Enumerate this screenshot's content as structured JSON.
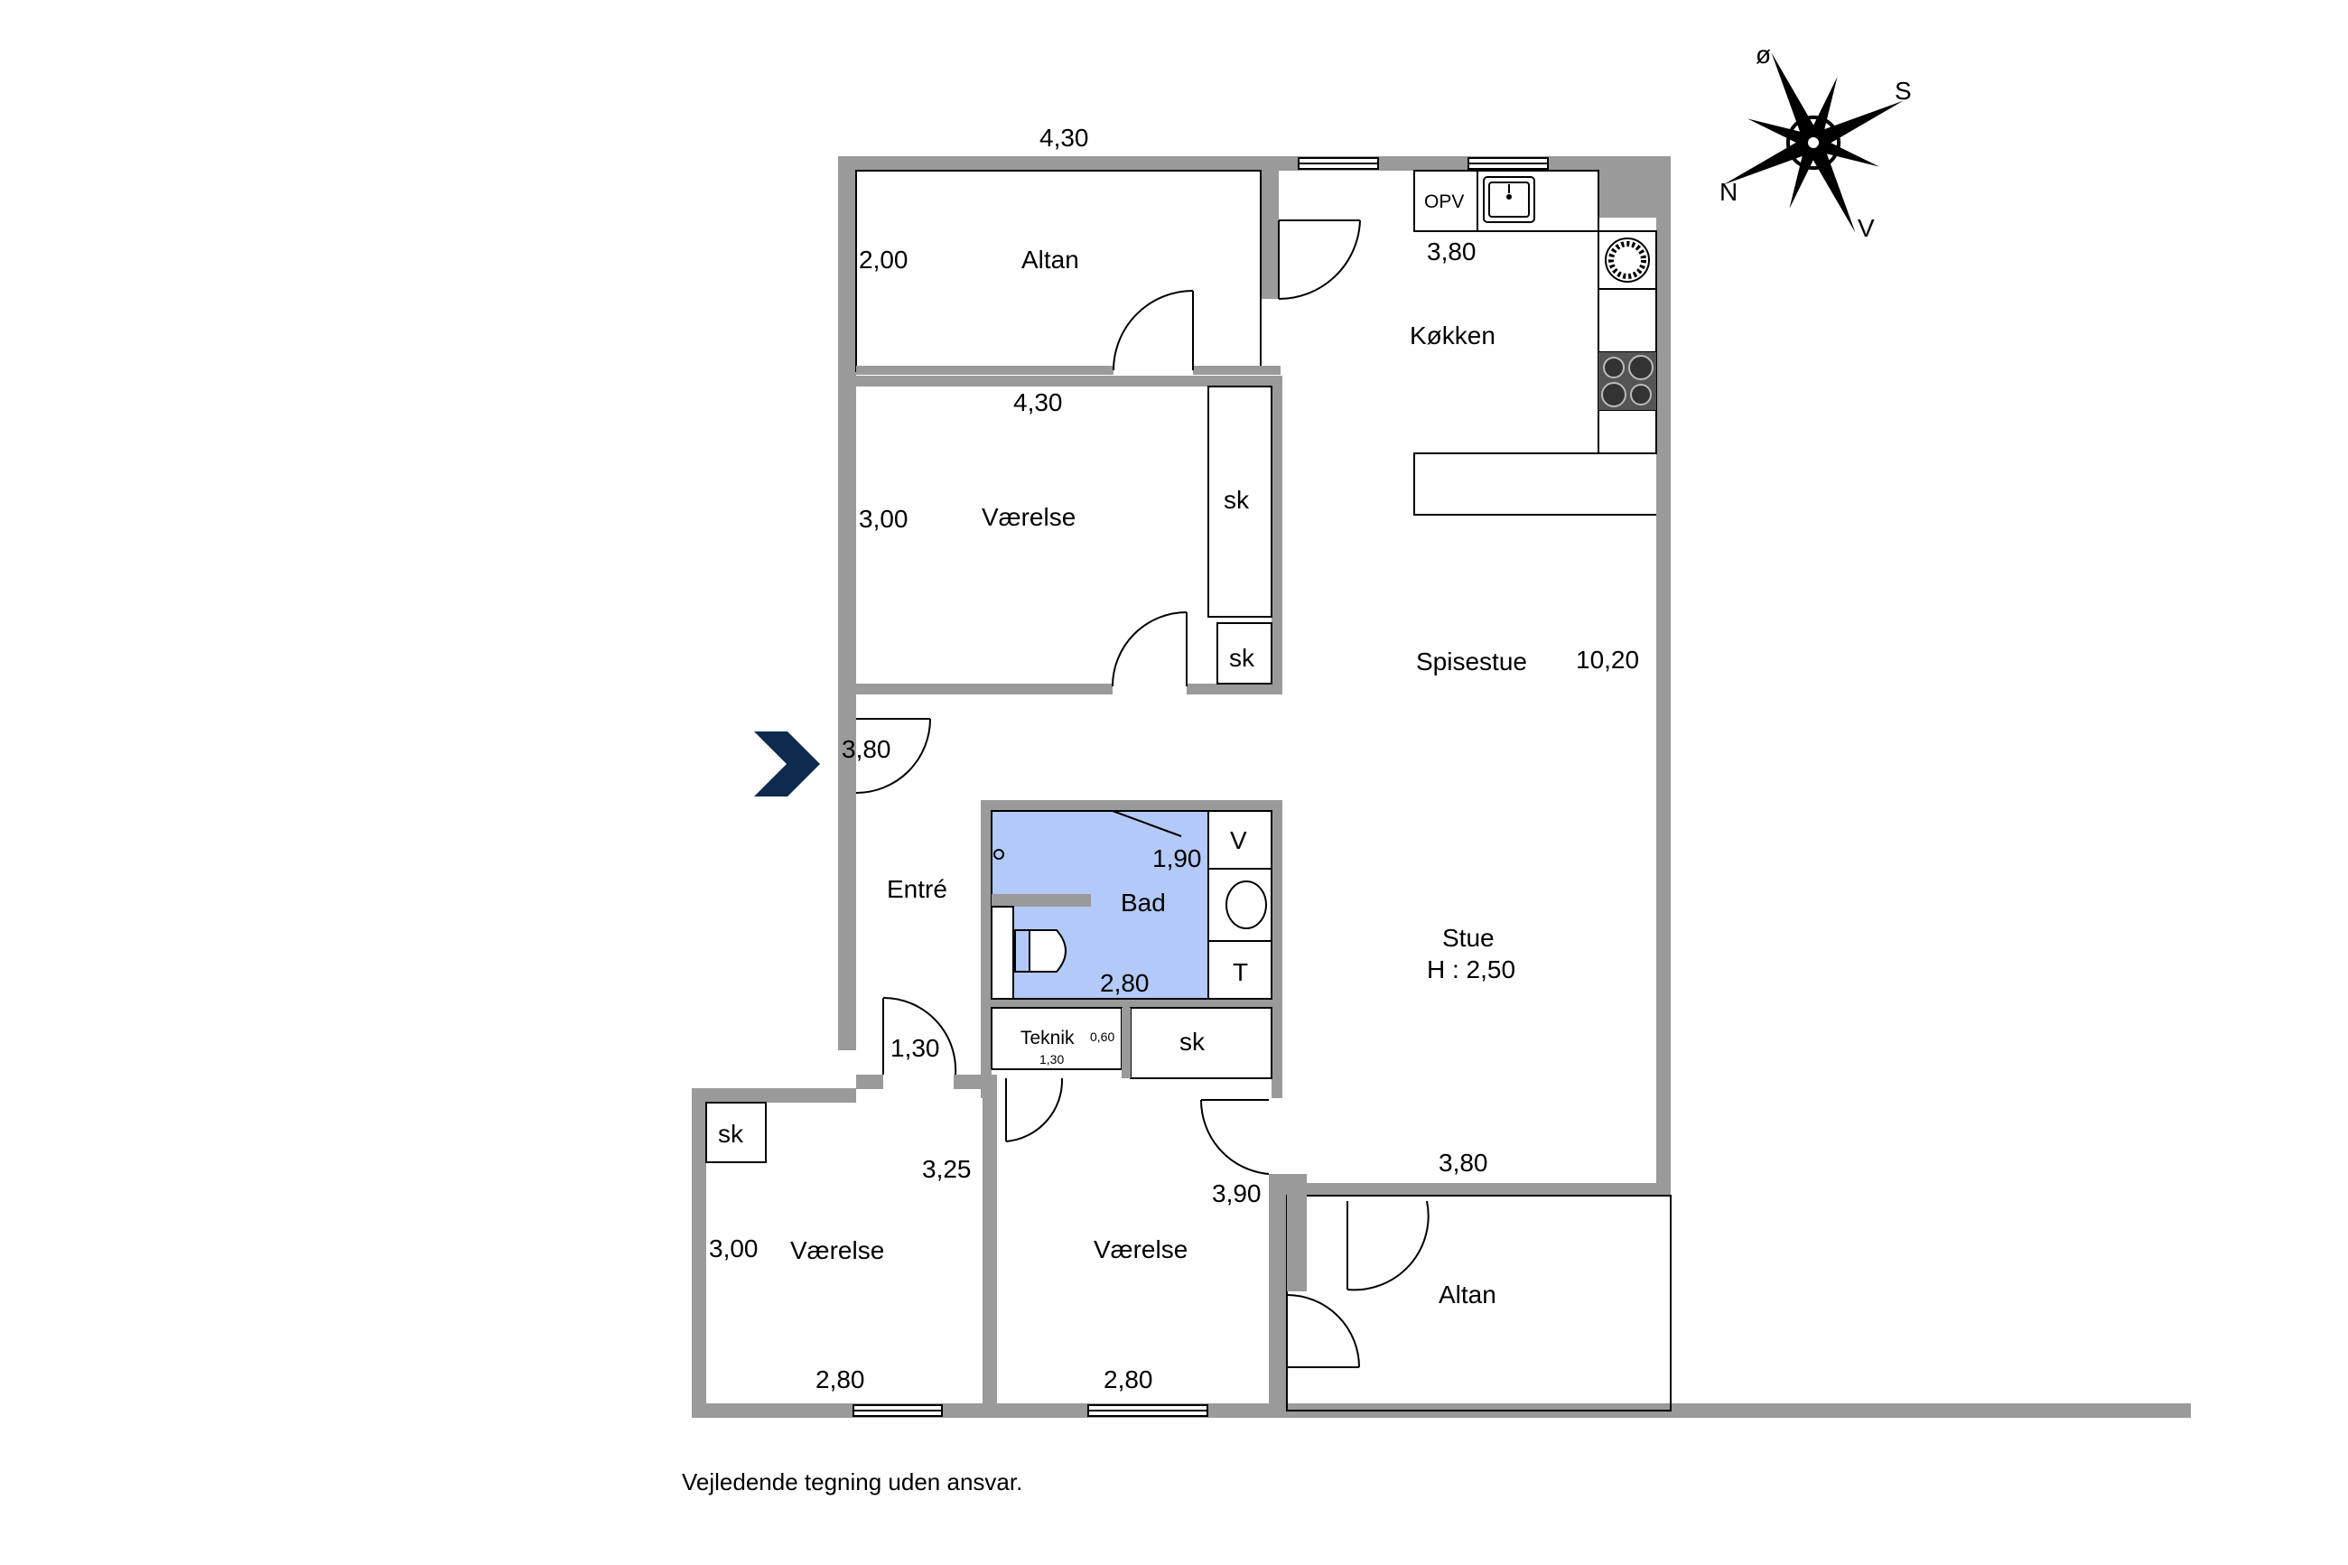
{
  "labels": {
    "altan_top": "Altan",
    "vaerelse_top": "Værelse",
    "koekken": "Køkken",
    "spisestue": "Spisestue",
    "stue": "Stue",
    "stue_height": "H : 2,50",
    "entre": "Entré",
    "bad": "Bad",
    "teknik": "Teknik",
    "vaerelse_left": "Værelse",
    "vaerelse_mid": "Værelse",
    "altan_bottom": "Altan",
    "opv": "OPV",
    "sk1": "sk",
    "sk2": "sk",
    "sk3": "sk",
    "sk4": "sk",
    "v": "V",
    "t": "T"
  },
  "dimensions": {
    "altan_top_width": "4,30",
    "altan_top_height": "2,00",
    "vaerelse_top_width": "4,30",
    "vaerelse_top_height": "3,00",
    "koekken_width": "3,80",
    "spisestue_length": "10,20",
    "entre_width": "3,80",
    "bad_width": "1,90",
    "bad_length": "2,80",
    "teknik_width": "0,60",
    "teknik_length": "1,30",
    "hall_width": "1,30",
    "vaerelse_left_depth": "3,25",
    "vaerelse_left_height": "3,00",
    "vaerelse_left_width": "2,80",
    "vaerelse_mid_width": "2,80",
    "vaerelse_mid_depth": "3,90",
    "stue_width": "3,80"
  },
  "compass": {
    "n": "N",
    "s": "S",
    "o": "ø",
    "v": "V"
  },
  "disclaimer": "Vejledende tegning uden ansvar.",
  "colors": {
    "wall": "#9a9a9a",
    "bathroom": "#b3c9f7",
    "entry_arrow": "#0d2b4e"
  }
}
